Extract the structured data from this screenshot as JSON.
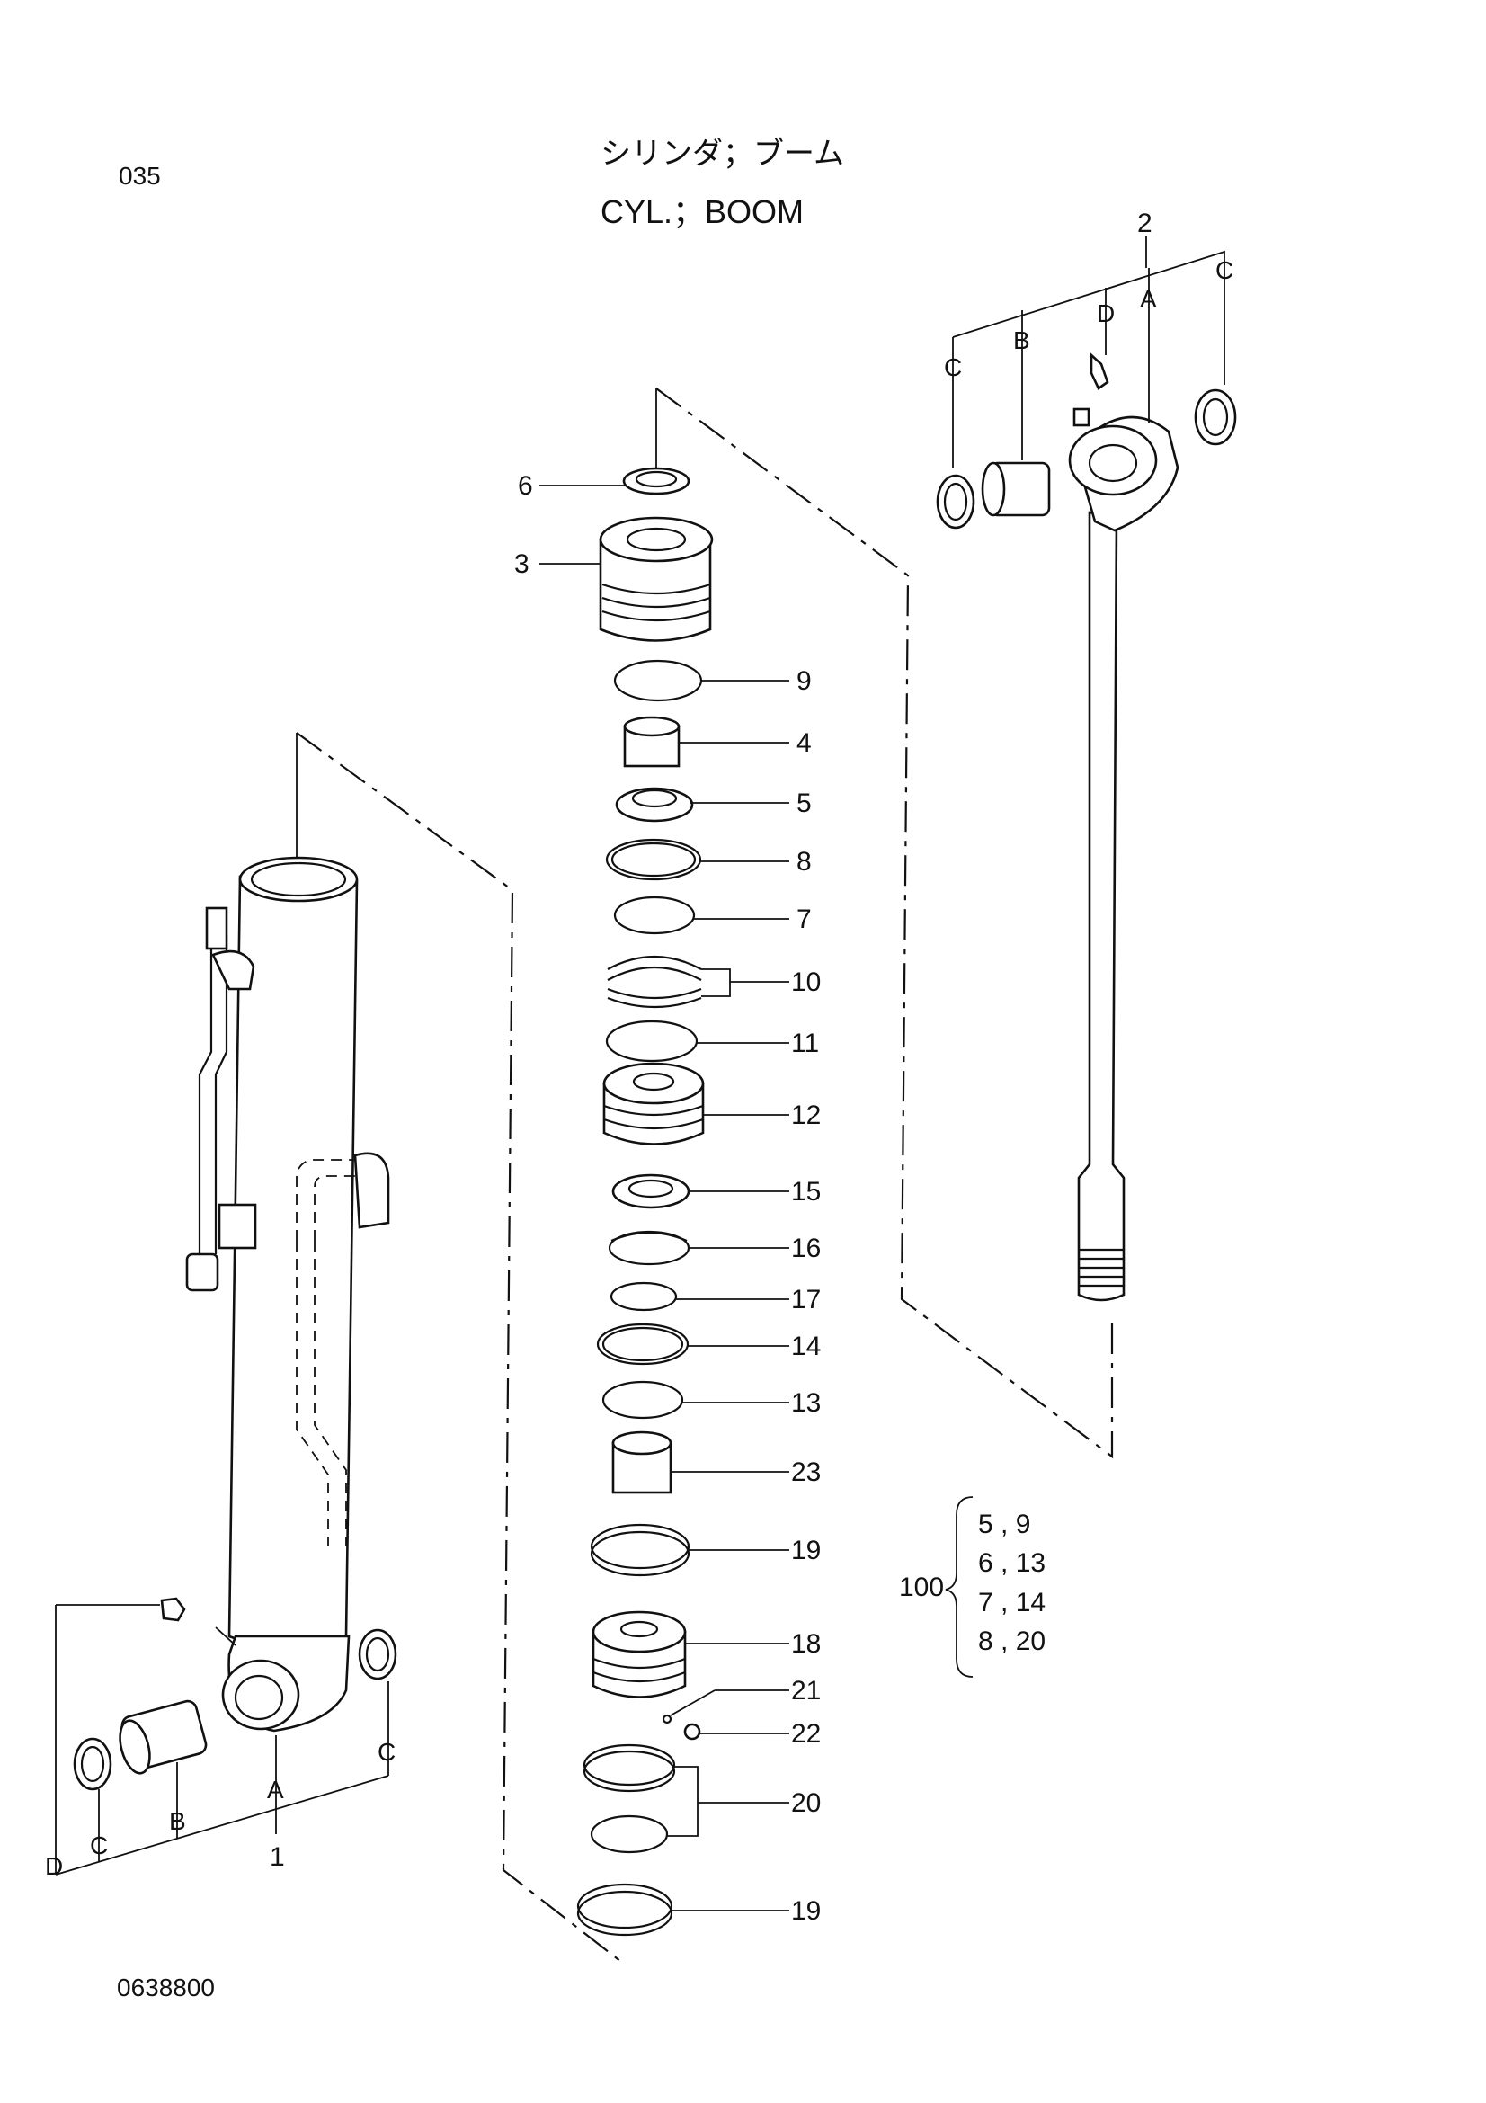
{
  "header": {
    "page_code": "035",
    "title_jp": "シリンダ；ブーム",
    "title_en": "CYL.；BOOM"
  },
  "footer": {
    "drawing_number": "0638800"
  },
  "callouts": [
    {
      "id": "c6",
      "label": "6"
    },
    {
      "id": "c3",
      "label": "3"
    },
    {
      "id": "c9",
      "label": "9"
    },
    {
      "id": "c4",
      "label": "4"
    },
    {
      "id": "c5",
      "label": "5"
    },
    {
      "id": "c8",
      "label": "8"
    },
    {
      "id": "c7",
      "label": "7"
    },
    {
      "id": "c10",
      "label": "10"
    },
    {
      "id": "c11",
      "label": "11"
    },
    {
      "id": "c12",
      "label": "12"
    },
    {
      "id": "c15",
      "label": "15"
    },
    {
      "id": "c16",
      "label": "16"
    },
    {
      "id": "c17",
      "label": "17"
    },
    {
      "id": "c14",
      "label": "14"
    },
    {
      "id": "c13",
      "label": "13"
    },
    {
      "id": "c23",
      "label": "23"
    },
    {
      "id": "c19a",
      "label": "19"
    },
    {
      "id": "c18",
      "label": "18"
    },
    {
      "id": "c21",
      "label": "21"
    },
    {
      "id": "c22",
      "label": "22"
    },
    {
      "id": "c20",
      "label": "20"
    },
    {
      "id": "c19b",
      "label": "19"
    },
    {
      "id": "c2",
      "label": "2"
    },
    {
      "id": "c1",
      "label": "1"
    }
  ],
  "sub_labels": {
    "rod_c_left": "C",
    "rod_b": "B",
    "rod_d": "D",
    "rod_a": "A",
    "rod_c_right": "C",
    "tube_d": "D",
    "tube_c_left": "C",
    "tube_b": "B",
    "tube_a": "A",
    "tube_c_right": "C"
  },
  "kit": {
    "label": "100",
    "rows": [
      "5 , 9",
      "6 , 13",
      "7 , 14",
      "8 , 20"
    ]
  }
}
